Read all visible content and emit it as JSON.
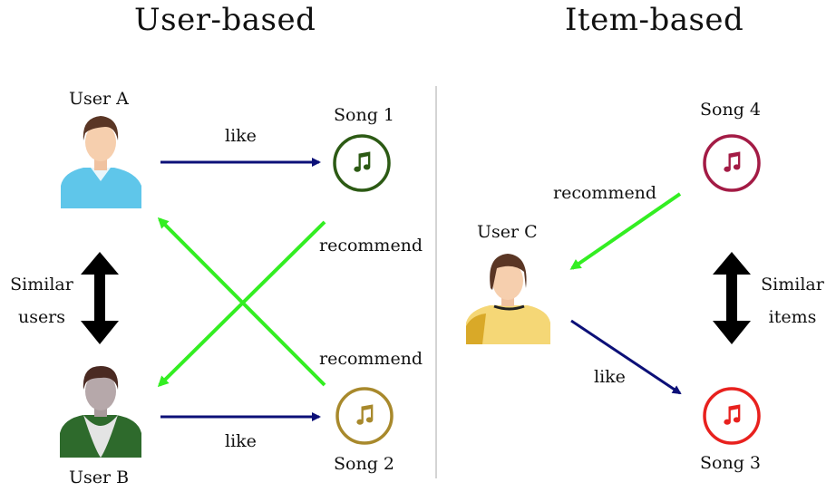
{
  "user_based": {
    "title": "User-based",
    "user_a": "User  A",
    "user_b": "User  B",
    "song_1": "Song  1",
    "song_2": "Song  2",
    "like_top": "like",
    "like_bottom": "like",
    "recommend_top": "recommend",
    "recommend_bottom": "recommend",
    "similar_line1": "Similar",
    "similar_line2": "users"
  },
  "item_based": {
    "title": "Item-based",
    "user_c": "User  C",
    "song_4": "Song  4",
    "song_3": "Song  3",
    "recommend": "recommend",
    "like": "like",
    "similar_line1": "Similar",
    "similar_line2": "items"
  },
  "colors": {
    "like_arrow": "#0c1078",
    "recommend_arrow": "#33ee22",
    "song_1": "#2c5a14",
    "song_2": "#a8892c",
    "song_3": "#e8211e",
    "song_4": "#a31b45"
  }
}
